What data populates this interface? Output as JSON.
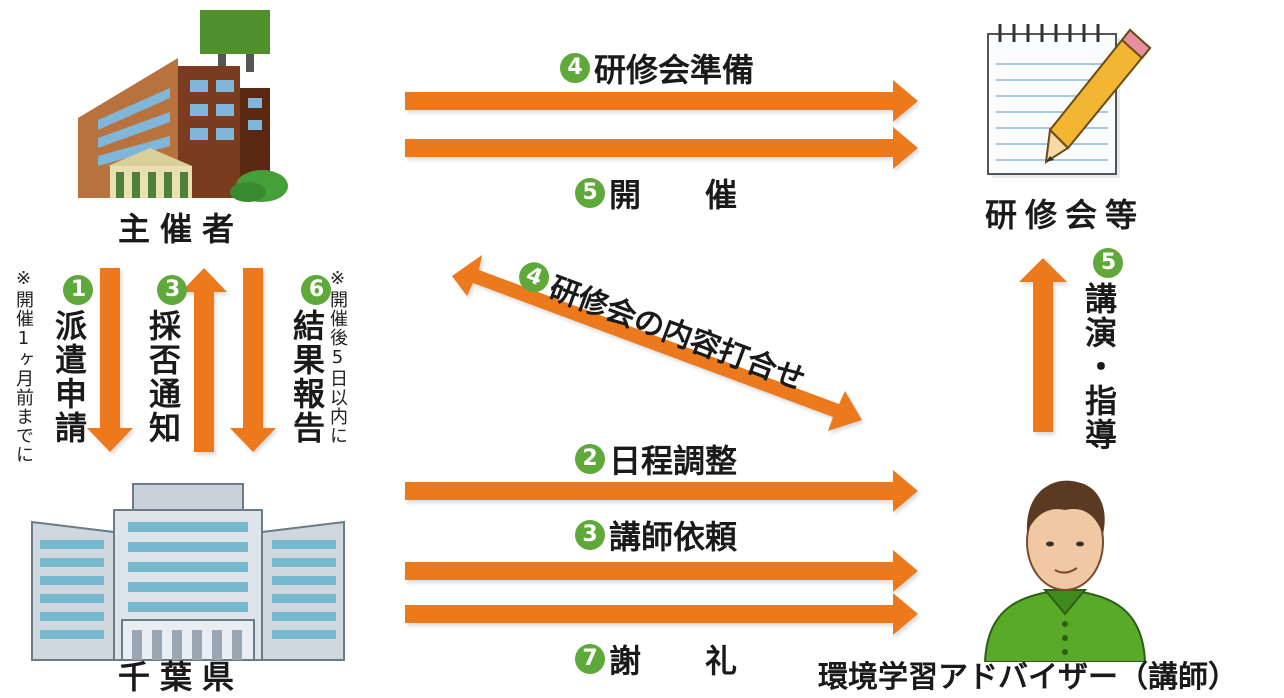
{
  "nodes": {
    "organizer": "主催者",
    "prefecture": "千葉県",
    "seminar": "研修会等",
    "adviser": "環境学習アドバイザー（講師）"
  },
  "flows": {
    "prep": {
      "num": "4",
      "label": "研修会準備"
    },
    "held": {
      "num": "5",
      "label": "開　　催"
    },
    "meeting": {
      "num": "4",
      "label": "研修会の内容打合せ"
    },
    "schedule": {
      "num": "2",
      "label": "日程調整"
    },
    "request": {
      "num": "3",
      "label": "講師依頼"
    },
    "thanks": {
      "num": "7",
      "label": "謝　　礼"
    },
    "dispatch": {
      "num": "1",
      "label": "派遣申請",
      "note": "※開催1ヶ月前までに"
    },
    "approval": {
      "num": "3",
      "label": "採否通知"
    },
    "report": {
      "num": "6",
      "label": "結果報告",
      "note": "※開催後5日以内に"
    },
    "lecture": {
      "num": "5",
      "label": "講演・指導"
    }
  },
  "colors": {
    "arrow": "#ec7a1c",
    "badge": "#5fa83a"
  }
}
